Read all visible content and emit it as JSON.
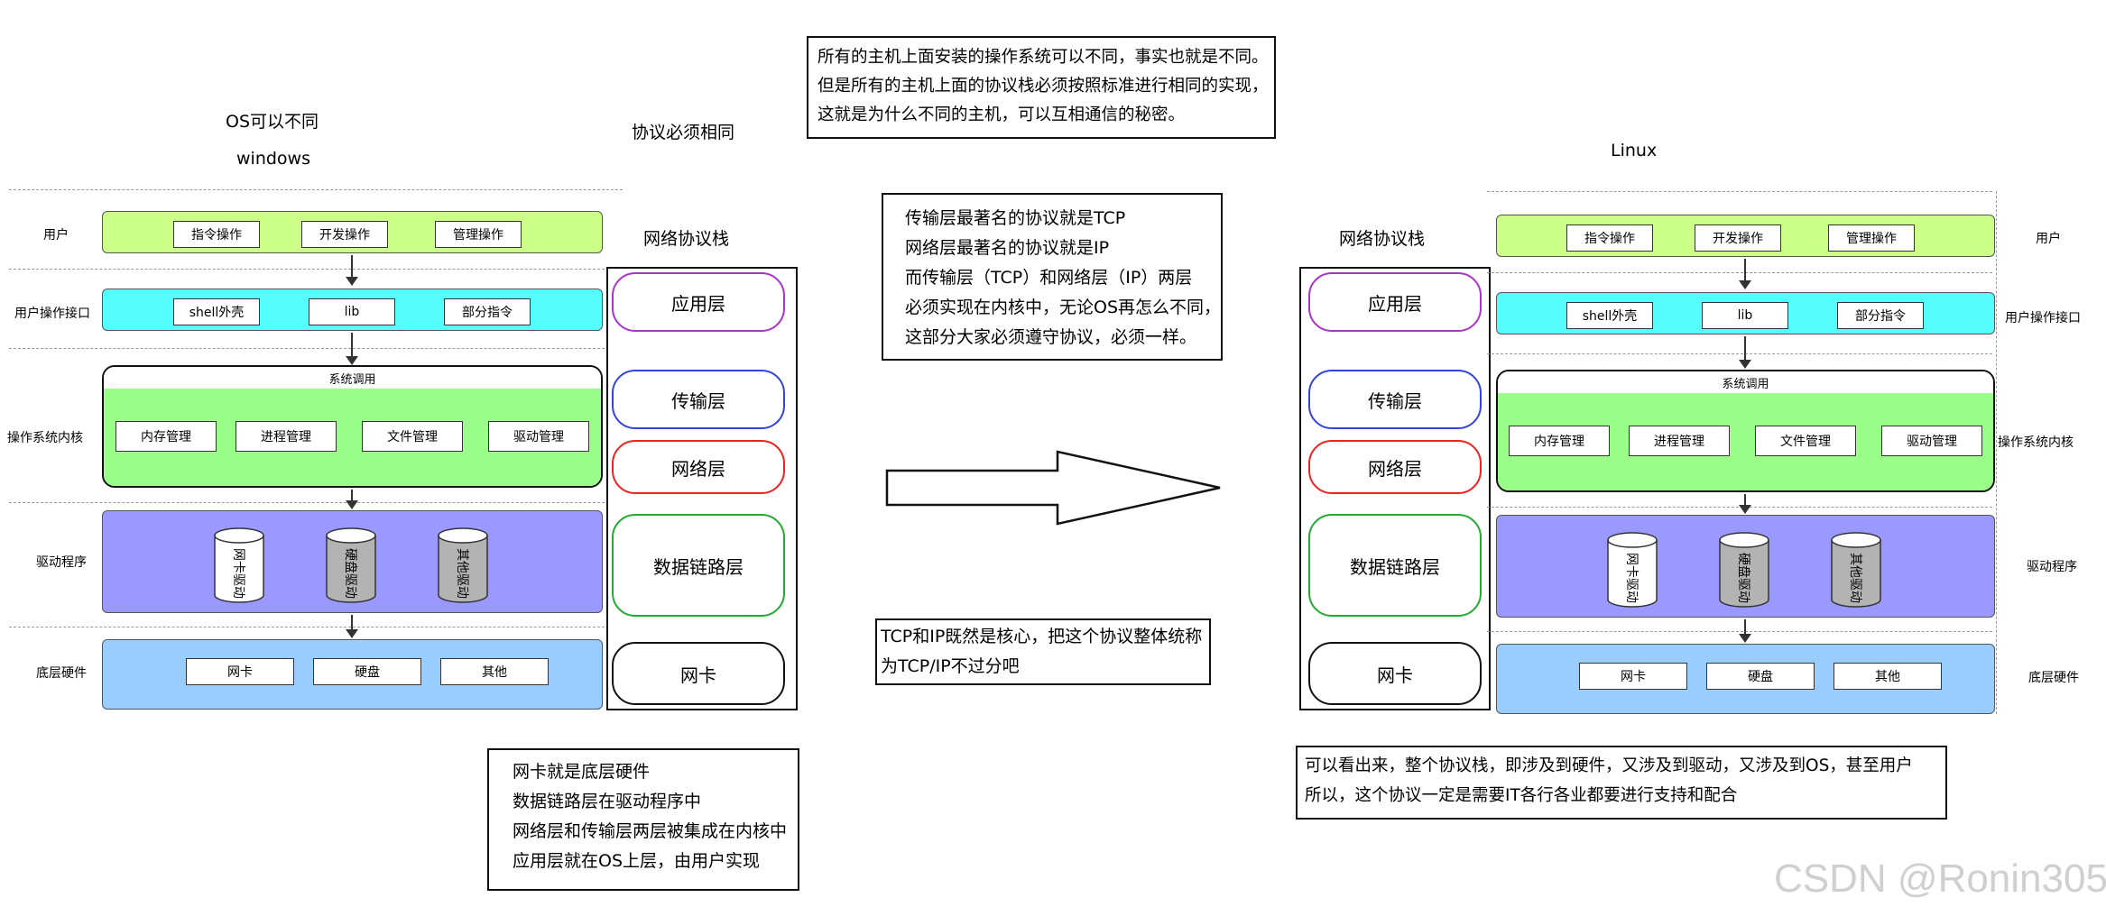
{
  "left": {
    "heading_os": "OS可以不同",
    "heading_name": "windows",
    "rows": {
      "user": "用户",
      "user_api": "用户操作接口",
      "kernel": "操作系统内核",
      "driver": "驱动程序",
      "hardware": "底层硬件"
    },
    "user_chips": [
      "指令操作",
      "开发操作",
      "管理操作"
    ],
    "api_chips": [
      "shell外壳",
      "lib",
      "部分指令"
    ],
    "syscall": "系统调用",
    "kernel_chips": [
      "内存管理",
      "进程管理",
      "文件管理",
      "驱动管理"
    ],
    "drivers": [
      "网卡驱动",
      "硬盘驱动",
      "其他驱动"
    ],
    "hw_chips": [
      "网卡",
      "硬盘",
      "其他"
    ]
  },
  "right": {
    "heading_name": "Linux",
    "rows": {
      "user": "用户",
      "user_api": "用户操作接口",
      "kernel": "操作系统内核",
      "driver": "驱动程序",
      "hardware": "底层硬件"
    },
    "user_chips": [
      "指令操作",
      "开发操作",
      "管理操作"
    ],
    "api_chips": [
      "shell外壳",
      "lib",
      "部分指令"
    ],
    "syscall": "系统调用",
    "kernel_chips": [
      "内存管理",
      "进程管理",
      "文件管理",
      "驱动管理"
    ],
    "drivers": [
      "网卡驱动",
      "硬盘驱动",
      "其他驱动"
    ],
    "hw_chips": [
      "网卡",
      "硬盘",
      "其他"
    ]
  },
  "protocol_heading": "协议必须相同",
  "stack_title": "网络协议栈",
  "layers": [
    "应用层",
    "传输层",
    "网络层",
    "数据链路层",
    "网卡"
  ],
  "notes": {
    "top": [
      "所有的主机上面安装的操作系统可以不同，事实也就是不同。",
      "但是所有的主机上面的协议栈必须按照标准进行相同的实现，",
      "这就是为什么不同的主机，可以互相通信的秘密。"
    ],
    "middle": [
      "传输层最著名的协议就是TCP",
      "网络层最著名的协议就是IP",
      "而传输层（TCP）和网络层（IP）两层",
      "必须实现在内核中，无论OS再怎么不同，",
      "这部分大家必须遵守协议，必须一样。"
    ],
    "tcpip": [
      "TCP和IP既然是核心，把这个协议整体统称",
      "为TCP/IP不过分吧"
    ],
    "bottom_left": [
      "网卡就是底层硬件",
      "数据链路层在驱动程序中",
      "网络层和传输层两层被集成在内核中",
      "应用层就在OS上层，由用户实现"
    ],
    "bottom_right": [
      "可以看出来，整个协议栈，即涉及到硬件，又涉及到驱动，又涉及到OS，甚至用户",
      "所以，这个协议一定是需要IT各行各业都要进行支持和配合"
    ]
  },
  "watermark": "CSDN @Ronin305",
  "colors": {
    "user_band": "#ccff88",
    "api_band": "#55ffff",
    "kernel_body": "#99ff88",
    "driver_band": "#9999ff",
    "hardware_band": "#99ccff",
    "app_layer": "#aa33cc",
    "transport_layer": "#3344dd",
    "network_layer": "#ee2222",
    "datalink_layer": "#22aa33",
    "nic_layer": "#111111"
  }
}
